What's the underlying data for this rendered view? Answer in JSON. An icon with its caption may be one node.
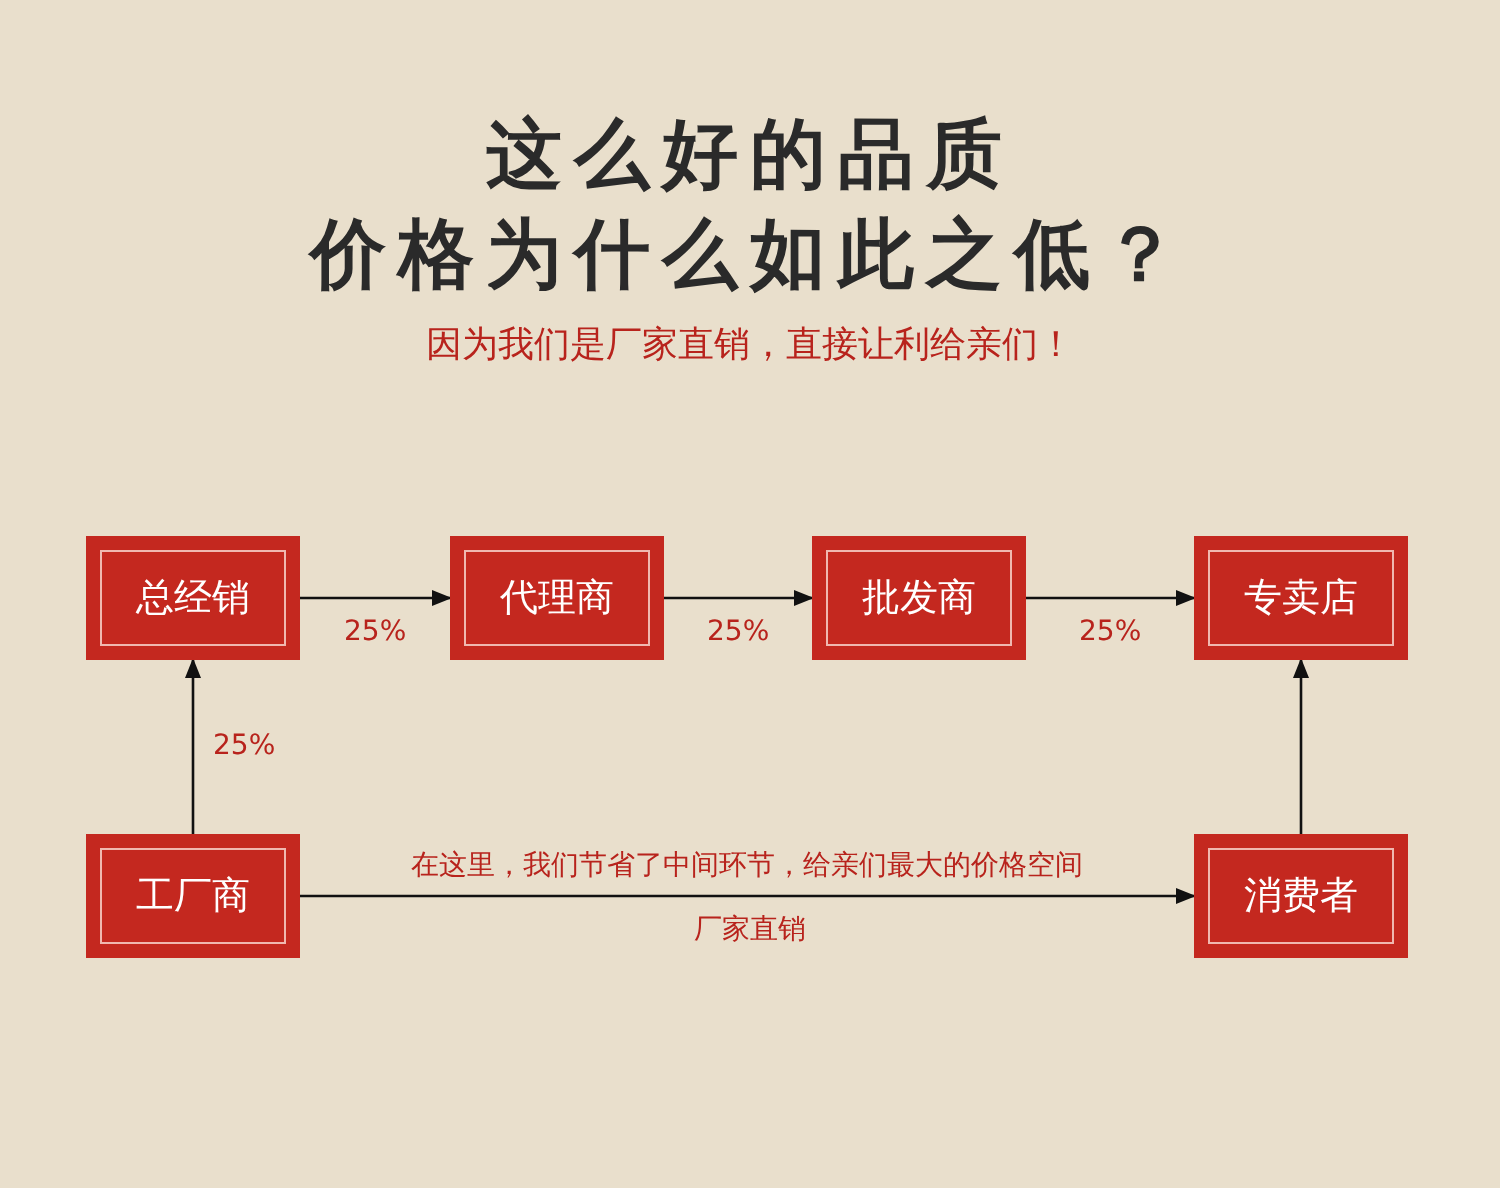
{
  "diagram": {
    "title": "这么好的品质价格为什么如此之低？",
    "nodes": [
      {
        "text": [
          "总经销"
        ]
      },
      {
        "text": [
          "代理商"
        ]
      },
      {
        "text": [
          "批发商"
        ]
      },
      {
        "text": [
          "专卖店"
        ]
      },
      {
        "text": [
          "工厂商"
        ]
      },
      {
        "text": [
          "消费者"
        ]
      }
    ],
    "edges": [
      {
        "from": 0,
        "to": 1,
        "arrow": "to",
        "label": "25%"
      },
      {
        "from": 1,
        "to": 2,
        "arrow": "to",
        "label": "25%"
      },
      {
        "from": 2,
        "to": 3,
        "arrow": "to",
        "label": "25%"
      },
      {
        "from": 4,
        "to": 0,
        "arrow": "to",
        "label": "25%"
      },
      {
        "from": 4,
        "to": 5,
        "arrow": "to",
        "label": "在这里，我们节省了中间环节，给亲们最大的价格空间"
      },
      {
        "from": 5,
        "to": 3,
        "arrow": "to"
      }
    ],
    "labels": [
      "因为我们是厂家直销，直接让利给亲们！",
      "厂家直销"
    ]
  }
}
